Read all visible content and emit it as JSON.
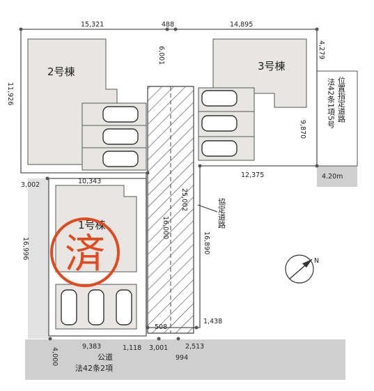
{
  "buildings": {
    "b2": "2号棟",
    "b3": "3号棟",
    "b1": "1号棟"
  },
  "stamp": "済",
  "roads": {
    "private_road": "協定道路",
    "designated_road": "位置指定道路",
    "designated_road_article": "法42条1項5号",
    "designated_road_width": "4.20m",
    "public_road": "公道",
    "public_road_article": "法42条2項"
  },
  "dims": {
    "top_left": "15,321",
    "top_mid": "488",
    "top_right": "14,895",
    "right_top": "4,279",
    "left_b2": "11,926",
    "center_b2": "6,001",
    "right_b3": "9,870",
    "mid_right": "12,375",
    "left_small": "3,002",
    "b1_top": "10,343",
    "b1_left": "16,996",
    "road_len": "25,002",
    "road_inner": "16,000",
    "right_long": "16,890",
    "bottom_left": "9,383",
    "bottom_508": "508",
    "bottom_1118": "1,118",
    "bottom_3001": "3,001",
    "bottom_994": "994",
    "bottom_2513": "2,513",
    "bottom_1438": "1,438",
    "bottom_4000": "4,000"
  },
  "compass": {
    "north": "N"
  },
  "colors": {
    "building": "#e8e6e2",
    "road": "#cfcfcf",
    "stamp": "#e04a1e"
  }
}
